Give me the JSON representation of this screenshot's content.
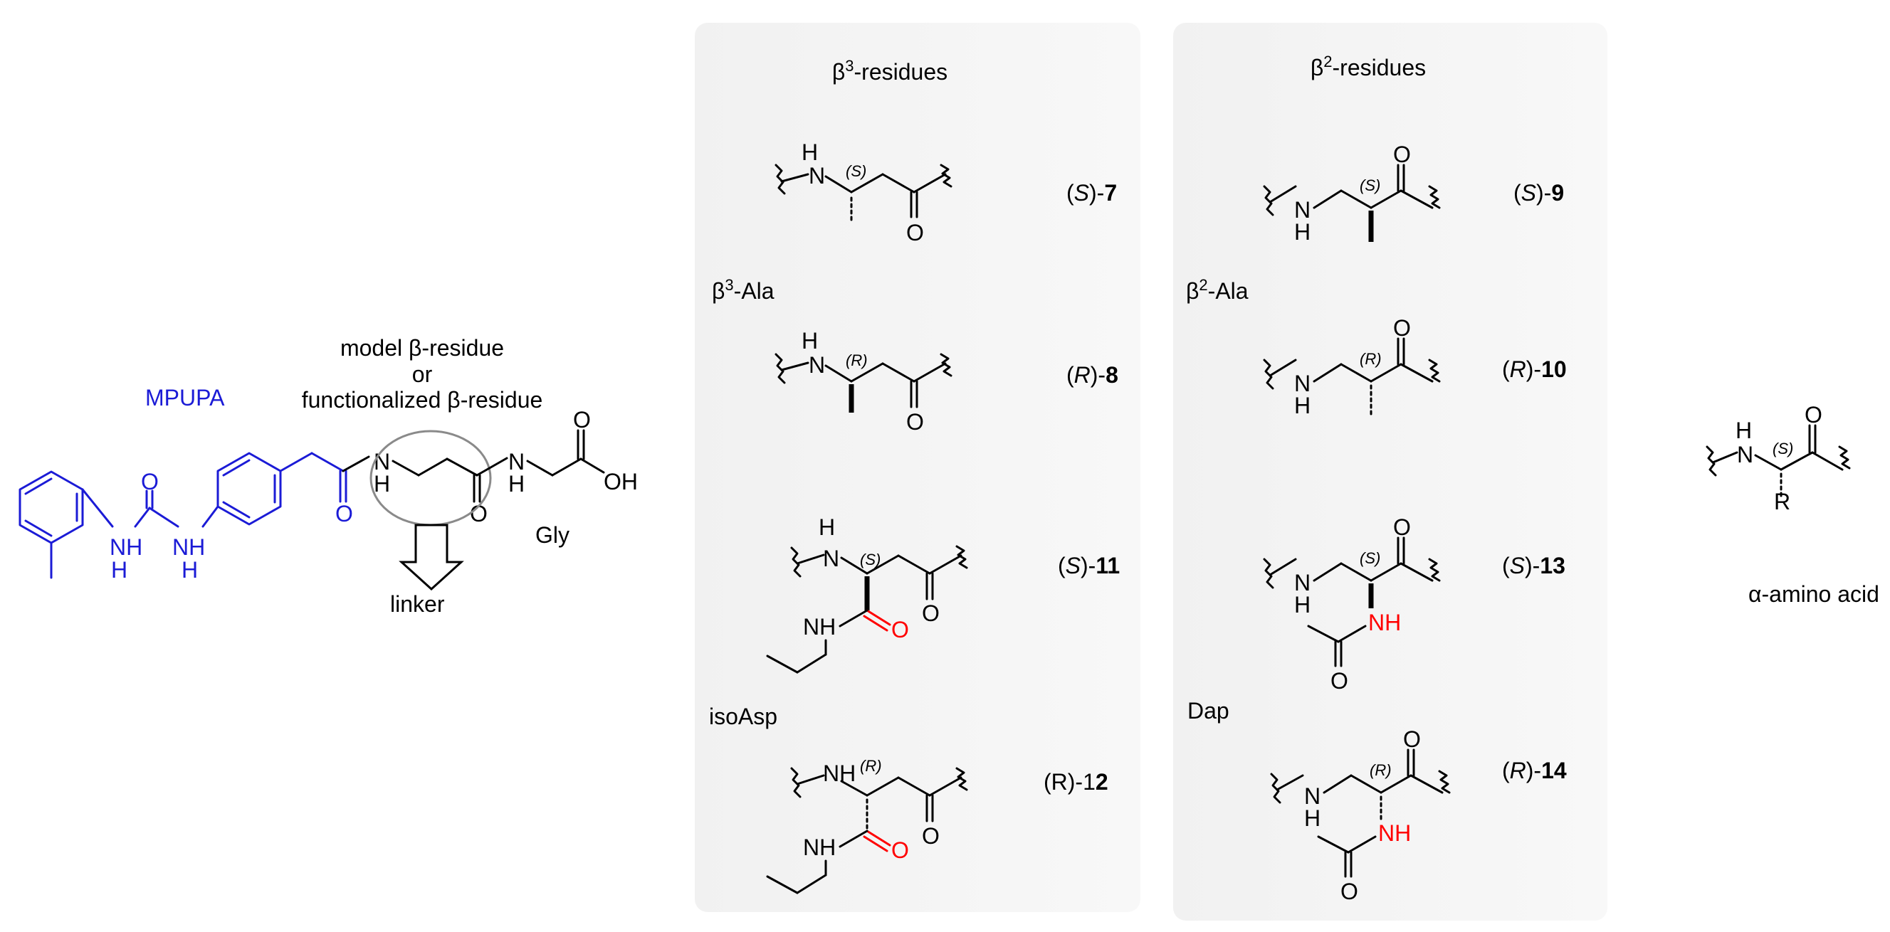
{
  "left": {
    "mpupa": "MPUPA",
    "model_line1": "model β-residue",
    "model_line2": "or",
    "model_line3": "functionalized β-residue",
    "gly": "Gly",
    "linker": "linker",
    "atoms": {
      "nh": "NH",
      "h": "H",
      "n": "N",
      "o": "O",
      "oh": "OH"
    }
  },
  "panel_beta3": {
    "title_prefix": "β",
    "title_sup": "3",
    "title_suffix": "-residues",
    "ala_prefix": "β",
    "ala_sup": "3",
    "ala_suffix": "-Ala",
    "isoasp": "isoAsp"
  },
  "panel_beta2": {
    "title_prefix": "β",
    "title_sup": "2",
    "title_suffix": "-residues",
    "ala_prefix": "β",
    "ala_sup": "2",
    "ala_suffix": "-Ala",
    "dap": "Dap"
  },
  "compounds": {
    "c7": {
      "open": "(",
      "stereo": "S",
      "close": ")-",
      "num": "7",
      "stereo_mark": "(S)"
    },
    "c8": {
      "open": "(",
      "stereo": "R",
      "close": ")-",
      "num": "8",
      "stereo_mark": "(R)"
    },
    "c11": {
      "open": "(",
      "stereo": "S",
      "close": ")-",
      "num": "11",
      "stereo_mark": "(S)"
    },
    "c12": {
      "prefix": "(R)-1",
      "num": "2",
      "stereo_mark": "(R)"
    },
    "c9": {
      "open": "(",
      "stereo": "S",
      "close": ")-",
      "num": "9",
      "stereo_mark": "(S)"
    },
    "c10": {
      "open": "(",
      "stereo": "R",
      "close": ")-",
      "num": "10",
      "stereo_mark": "(R)"
    },
    "c13": {
      "open": "(",
      "stereo": "S",
      "close": ")-",
      "num": "13",
      "stereo_mark": "(S)"
    },
    "c14": {
      "open": "(",
      "stereo": "R",
      "close": ")-",
      "num": "14",
      "stereo_mark": "(R)"
    }
  },
  "alpha": {
    "label": "α-amino acid",
    "stereo_mark": "(S)",
    "r": "R"
  },
  "colors": {
    "mpupa": "#1b1bd6",
    "functional": "#ff0000",
    "panel": "#f3f3f3"
  }
}
